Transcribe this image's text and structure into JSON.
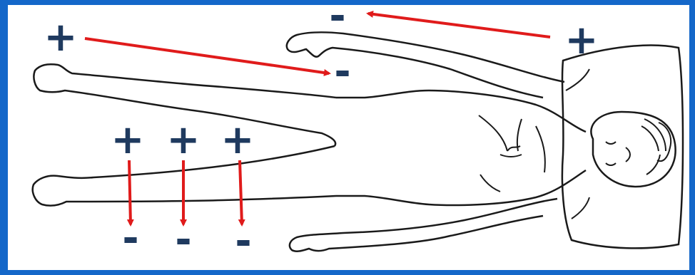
{
  "colors": {
    "frame": "#1467c9",
    "panel": "#ffffff",
    "outline": "#1a1a1a",
    "arrow": "#e01b1b",
    "sign": "#1f3a5f"
  },
  "signs": {
    "plus": "+",
    "minus": "-"
  },
  "electrodes": [
    {
      "id": "upper-left",
      "from": "plus",
      "to": "minus"
    },
    {
      "id": "upper-right",
      "from": "plus",
      "to": "minus"
    },
    {
      "id": "leg-1",
      "from": "plus",
      "to": "minus"
    },
    {
      "id": "leg-2",
      "from": "plus",
      "to": "minus"
    },
    {
      "id": "leg-3",
      "from": "plus",
      "to": "minus"
    }
  ]
}
